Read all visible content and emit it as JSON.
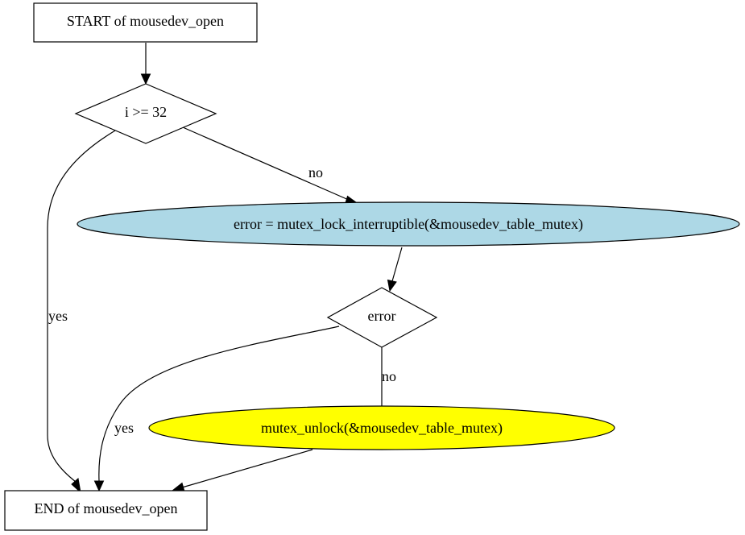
{
  "diagram": {
    "nodes": {
      "start": {
        "label": "START of mousedev_open",
        "fill": "#ffffff"
      },
      "cond_i": {
        "label": "i >= 32",
        "fill": "#ffffff"
      },
      "lock": {
        "label": "error = mutex_lock_interruptible(&mousedev_table_mutex)",
        "fill": "#add8e6"
      },
      "cond_error": {
        "label": "error",
        "fill": "#ffffff"
      },
      "unlock": {
        "label": "mutex_unlock(&mousedev_table_mutex)",
        "fill": "#ffff00"
      },
      "end": {
        "label": "END of mousedev_open",
        "fill": "#ffffff"
      }
    },
    "edges": {
      "i_no": {
        "label": "no"
      },
      "i_yes": {
        "label": "yes"
      },
      "error_no": {
        "label": "no"
      },
      "error_yes": {
        "label": "yes"
      }
    }
  }
}
